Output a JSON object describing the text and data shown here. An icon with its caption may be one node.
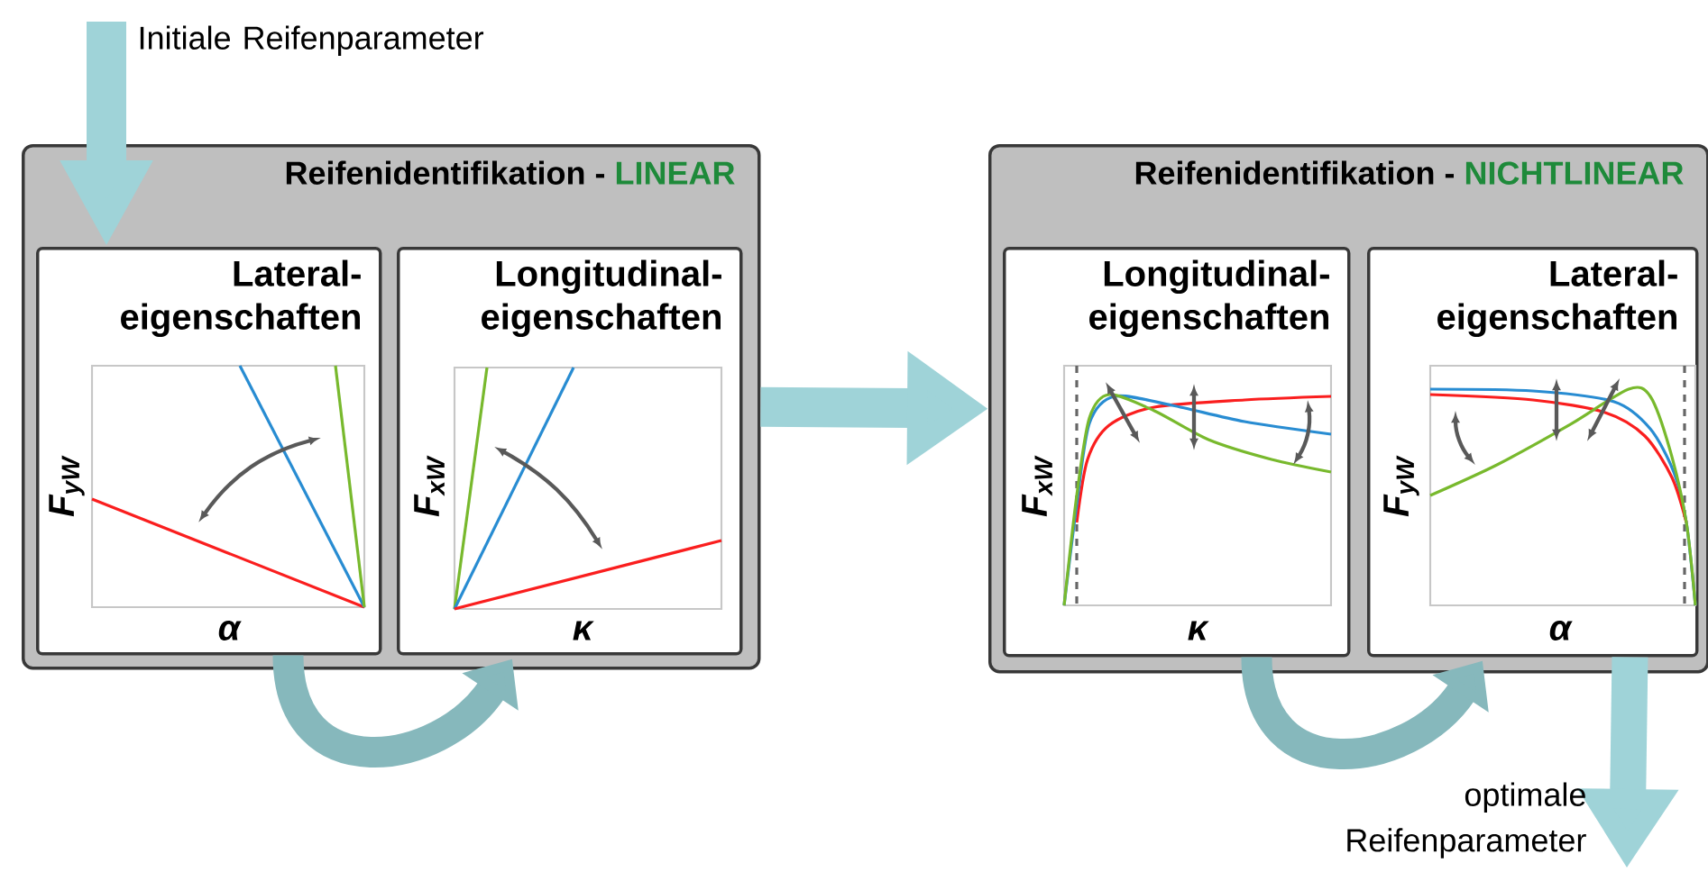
{
  "diagram": {
    "nodes": [
      {
        "text": [
          "Reifenidentifikation -",
          "LINEAR"
        ]
      },
      {
        "text": [
          "Lateral- eigenschaften"
        ],
        "in": 0
      },
      {
        "text": [
          "Longitudinal- eigenschaften"
        ],
        "in": 0
      },
      {
        "text": [
          "Reifenidentifikation -",
          "NICHTLINEAR"
        ]
      },
      {
        "text": [
          "Longitudinal- eigenschaften"
        ],
        "in": 3
      },
      {
        "text": [
          "Lateral- eigenschaften"
        ],
        "in": 3
      }
    ],
    "edges": [
      {
        "from": null,
        "to": 1,
        "arrow": "to",
        "label": "Initiale Reifenparameter"
      },
      {
        "from": 1,
        "to": 2,
        "arrow": "to"
      },
      {
        "from": 0,
        "to": 3,
        "arrow": "to"
      },
      {
        "from": 4,
        "to": 5,
        "arrow": "to"
      },
      {
        "from": 5,
        "to": null,
        "arrow": "to",
        "label": "optimale Reifenparameter"
      }
    ],
    "labels": [
      "F$_{yW}$",
      "α",
      "F$_{xW}$",
      "κ",
      "F$_{xW}$",
      "κ",
      "F$_{yW}$",
      "α"
    ]
  }
}
